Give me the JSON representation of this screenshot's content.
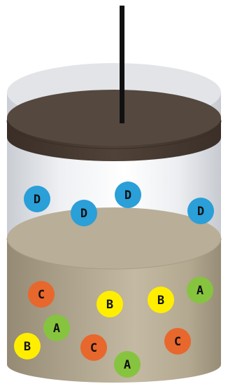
{
  "particles": [
    {
      "label": "D",
      "color": "#2a9fd8"
    },
    {
      "label": "D",
      "color": "#2a9fd8"
    },
    {
      "label": "D",
      "color": "#2a9fd8"
    },
    {
      "label": "D",
      "color": "#2a9fd8"
    },
    {
      "label": "C",
      "color": "#e8672c"
    },
    {
      "label": "B",
      "color": "#ffee00"
    },
    {
      "label": "B",
      "color": "#ffee00"
    },
    {
      "label": "A",
      "color": "#86c440"
    },
    {
      "label": "A",
      "color": "#86c440"
    },
    {
      "label": "B",
      "color": "#ffee00"
    },
    {
      "label": "C",
      "color": "#e8672c"
    },
    {
      "label": "C",
      "color": "#e8672c"
    },
    {
      "label": "A",
      "color": "#86c440"
    }
  ],
  "colors": {
    "container_glass": "#e6e8ec",
    "piston": "#4a3c34",
    "rod": "#111111",
    "liquid": "#b0a58f",
    "label_text": "#111111"
  }
}
